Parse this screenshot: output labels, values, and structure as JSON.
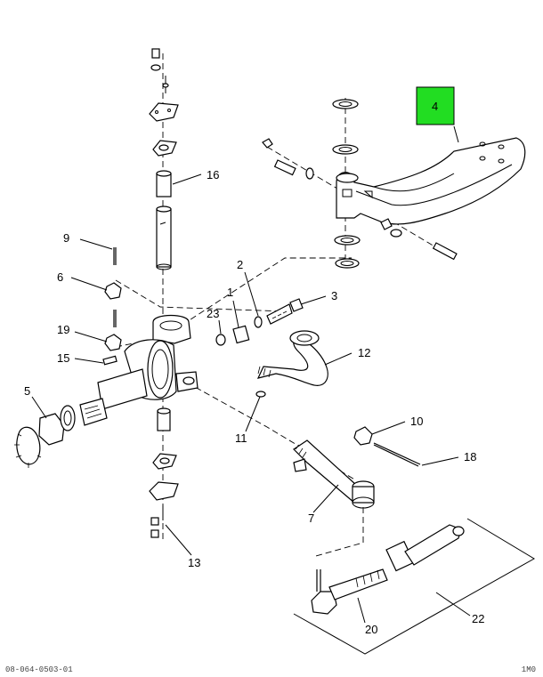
{
  "labels": {
    "p1": "1",
    "p2": "2",
    "p3": "3",
    "p4": "4",
    "p5": "5",
    "p6": "6",
    "p7": "7",
    "p9": "9",
    "p10": "10",
    "p11": "11",
    "p12": "12",
    "p13": "13",
    "p15": "15",
    "p16": "16",
    "p18": "18",
    "p19": "19",
    "p20": "20",
    "p22": "22",
    "p23": "23"
  },
  "highlight": {
    "part": "4",
    "color": "#22dd22"
  },
  "footer": {
    "left": "08-064-0503-01",
    "right": "1M0"
  }
}
